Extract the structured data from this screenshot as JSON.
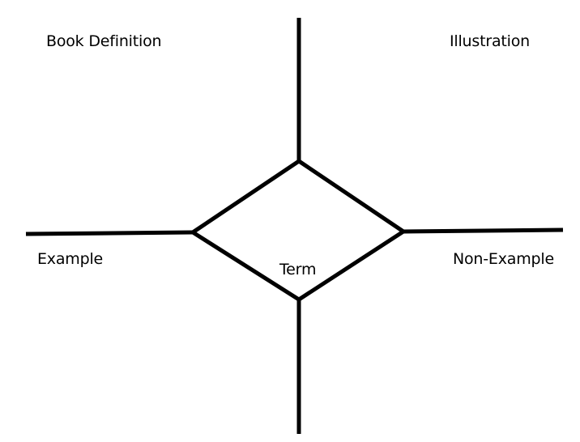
{
  "frayer_model": {
    "top_left_label": "Book Definition",
    "top_right_label": "Illustration",
    "bottom_left_label": "Example",
    "bottom_right_label": "Non-Example",
    "center_label": "Term"
  },
  "colors": {
    "line": "#000000",
    "background": "#ffffff",
    "text": "#000000"
  }
}
